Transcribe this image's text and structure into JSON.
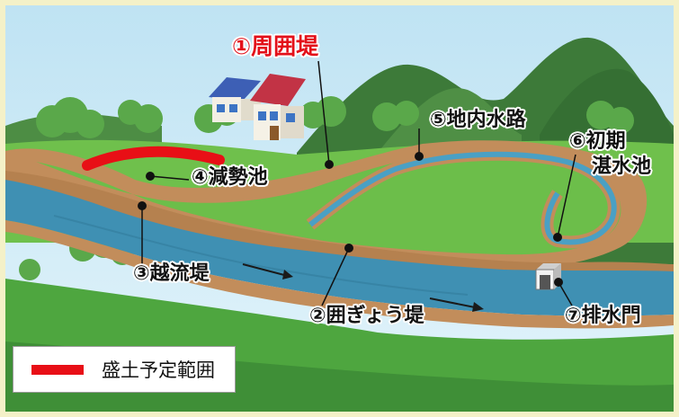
{
  "labels": {
    "perimeter_levee": "①周囲堤",
    "enclosure_levee": "②囲ぎょう堤",
    "overflow_levee": "③越流堤",
    "damping_pond": "④減勢池",
    "drainage_channel": "⑤地内水路",
    "initial_pond_line1": "⑥初期",
    "initial_pond_line2": "湛水池",
    "drainage_gate": "⑦排水門"
  },
  "legend": {
    "text": "盛土予定範囲",
    "color": "#e80f16"
  },
  "colors": {
    "river": "#3f8fb1",
    "levee": "#c18d5c",
    "grass": "#5fb844",
    "mountain": "#3f7d3a",
    "sky": "#c9e8f5",
    "accent_red": "#e3101a"
  }
}
